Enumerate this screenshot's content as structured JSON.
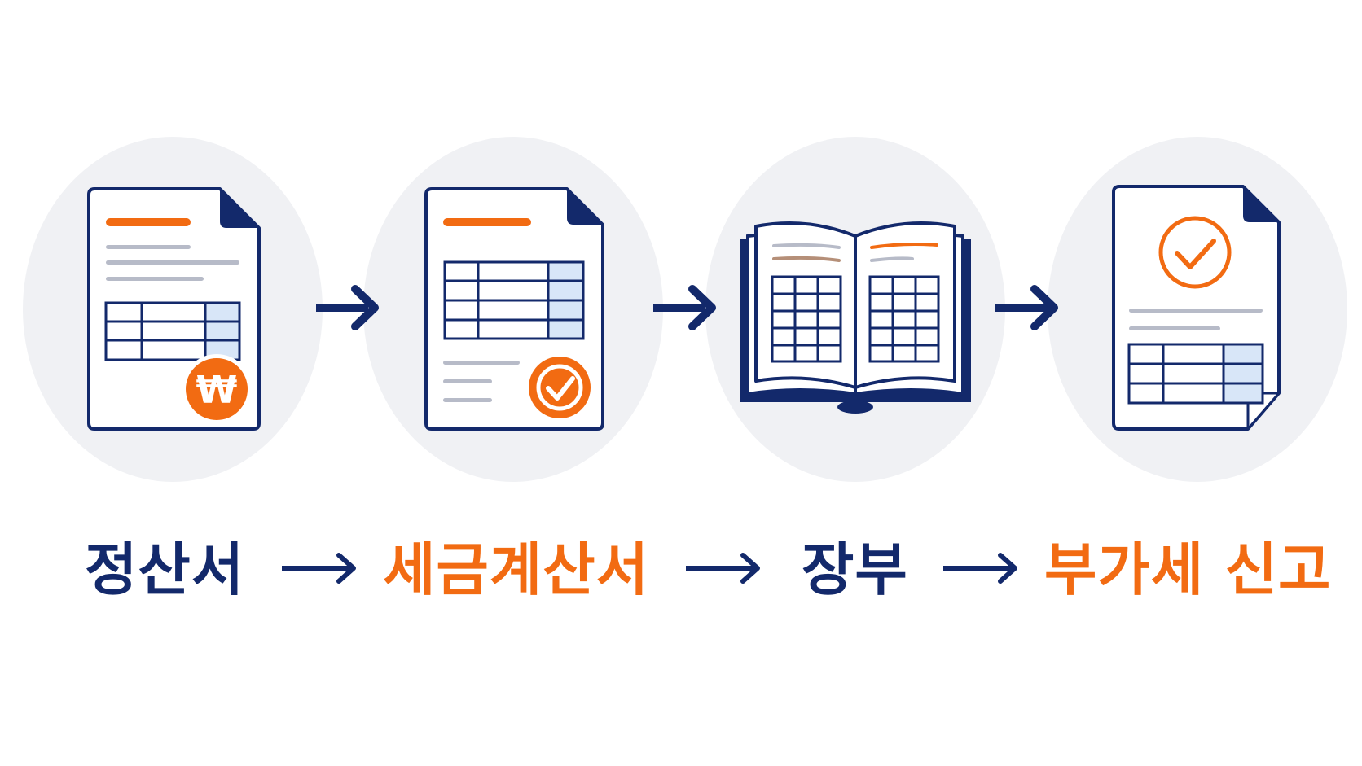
{
  "colors": {
    "navy": "#13296b",
    "orange": "#f26b12",
    "circle_bg": "#f0f1f4",
    "line_gray": "#b7bbc8",
    "cell_tint": "#d8e6f8",
    "paper": "#ffffff"
  },
  "steps": [
    {
      "label": "정산서",
      "icon": "invoice-with-won-icon",
      "label_color": "navy"
    },
    {
      "label": "세금계산서",
      "icon": "tax-invoice-check-icon",
      "label_color": "orange"
    },
    {
      "label": "장부",
      "icon": "open-ledger-book-icon",
      "label_color": "navy"
    },
    {
      "label": "부가세 신고",
      "icon": "vat-filing-check-icon",
      "label_color": "orange"
    }
  ],
  "connector_icon": "right-arrow-icon",
  "badge_symbols": {
    "won": "₩"
  }
}
